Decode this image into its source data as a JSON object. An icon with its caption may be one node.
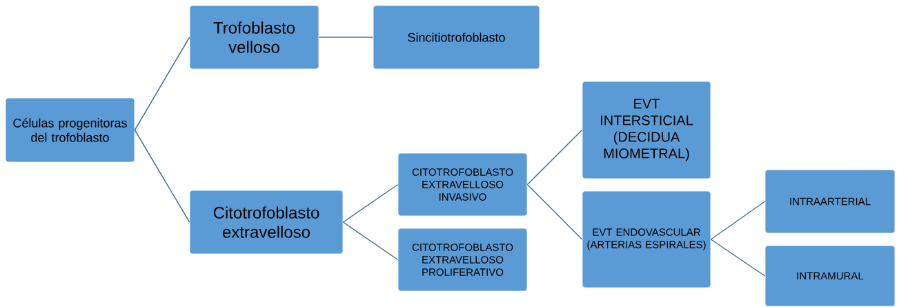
{
  "diagram": {
    "nodes": [
      {
        "text": [
          "Células progenitoras del trofoblasto"
        ]
      },
      {
        "text": [
          "Trofoblasto velloso"
        ]
      },
      {
        "text": [
          "Sincitiotrofoblasto"
        ]
      },
      {
        "text": [
          "Citotrofoblasto extravelloso"
        ]
      },
      {
        "text": [
          "CITOTROFOBLASTO EXTRAVELLOSO INVASIVO"
        ]
      },
      {
        "text": [
          "CITOTROFOBLASTO EXTRAVELLOSO PROLIFERATIVO"
        ]
      },
      {
        "text": [
          "EVT INTERSTICIAL (DECIDUA MIOMETRAL)"
        ]
      },
      {
        "text": [
          "EVT ENDOVASCULAR (ARTERIAS ESPIRALES)"
        ]
      },
      {
        "text": [
          "INTRAARTERIAL"
        ]
      },
      {
        "text": [
          "INTRAMURAL"
        ]
      }
    ],
    "edges": [
      {
        "from": 0,
        "to": 1,
        "arrow": "none"
      },
      {
        "from": 0,
        "to": 3,
        "arrow": "none"
      },
      {
        "from": 1,
        "to": 2,
        "arrow": "none"
      },
      {
        "from": 3,
        "to": 4,
        "arrow": "none"
      },
      {
        "from": 3,
        "to": 5,
        "arrow": "none"
      },
      {
        "from": 4,
        "to": 6,
        "arrow": "none"
      },
      {
        "from": 4,
        "to": 7,
        "arrow": "none"
      },
      {
        "from": 7,
        "to": 8,
        "arrow": "none"
      },
      {
        "from": 7,
        "to": 9,
        "arrow": "none"
      }
    ]
  }
}
